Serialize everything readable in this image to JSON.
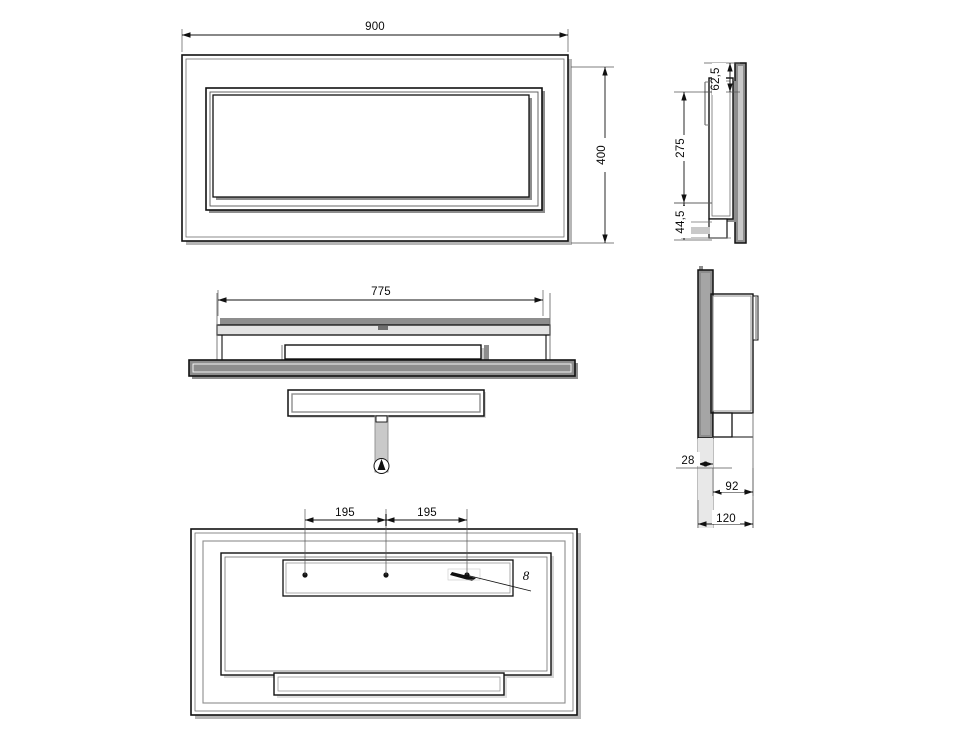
{
  "document": {
    "type": "technical-drawing",
    "title": "",
    "background_color": "#ffffff",
    "line_color": "#111111",
    "fill_light": "#f2f2f2",
    "fill_mid": "#c9c9c9",
    "fill_dark": "#8d8d8d",
    "shadow_color": "#b6b6b6",
    "units": "mm"
  },
  "views": {
    "front_elevation": {
      "name": "front-elevation-view",
      "dimensions": {
        "width": {
          "value": "900",
          "orientation": "horizontal",
          "position": "top"
        },
        "height": {
          "value": "400",
          "orientation": "vertical",
          "position": "right"
        }
      }
    },
    "side_elevation_top": {
      "name": "side-elevation-top-view",
      "dimensions": {
        "top_offset": {
          "value": "62,5",
          "orientation": "vertical"
        },
        "body_height": {
          "value": "275",
          "orientation": "vertical"
        },
        "bottom_offset": {
          "value": "44,5",
          "orientation": "vertical"
        }
      }
    },
    "plan_section": {
      "name": "plan-section-view",
      "dimensions": {
        "inner_width": {
          "value": "775",
          "orientation": "horizontal",
          "position": "top"
        }
      },
      "detail_marker": {
        "label": "A",
        "shape": "circle"
      }
    },
    "side_section_bottom": {
      "name": "side-section-bottom-view",
      "dimensions": {
        "bracket_offset": {
          "value": "28",
          "orientation": "horizontal"
        },
        "mid_depth": {
          "value": "92",
          "orientation": "horizontal"
        },
        "total_depth": {
          "value": "120",
          "orientation": "horizontal"
        }
      }
    },
    "rear_elevation": {
      "name": "rear-elevation-view",
      "dimensions": {
        "hole_spacing_left": {
          "value": "195",
          "orientation": "horizontal"
        },
        "hole_spacing_right": {
          "value": "195",
          "orientation": "horizontal"
        },
        "keyhole_callout": {
          "value": "8",
          "orientation": "leader"
        }
      },
      "mounting_holes": 3
    }
  },
  "labels": [
    {
      "id": "dim-900",
      "text": "900"
    },
    {
      "id": "dim-400",
      "text": "400"
    },
    {
      "id": "dim-62-5",
      "text": "62,5"
    },
    {
      "id": "dim-275",
      "text": "275"
    },
    {
      "id": "dim-44-5",
      "text": "44,5"
    },
    {
      "id": "dim-775",
      "text": "775"
    },
    {
      "id": "dim-28",
      "text": "28"
    },
    {
      "id": "dim-92",
      "text": "92"
    },
    {
      "id": "dim-120",
      "text": "120"
    },
    {
      "id": "dim-195-left",
      "text": "195"
    },
    {
      "id": "dim-195-right",
      "text": "195"
    },
    {
      "id": "dim-8",
      "text": "8"
    },
    {
      "id": "detail-marker-a",
      "text": "A"
    }
  ]
}
